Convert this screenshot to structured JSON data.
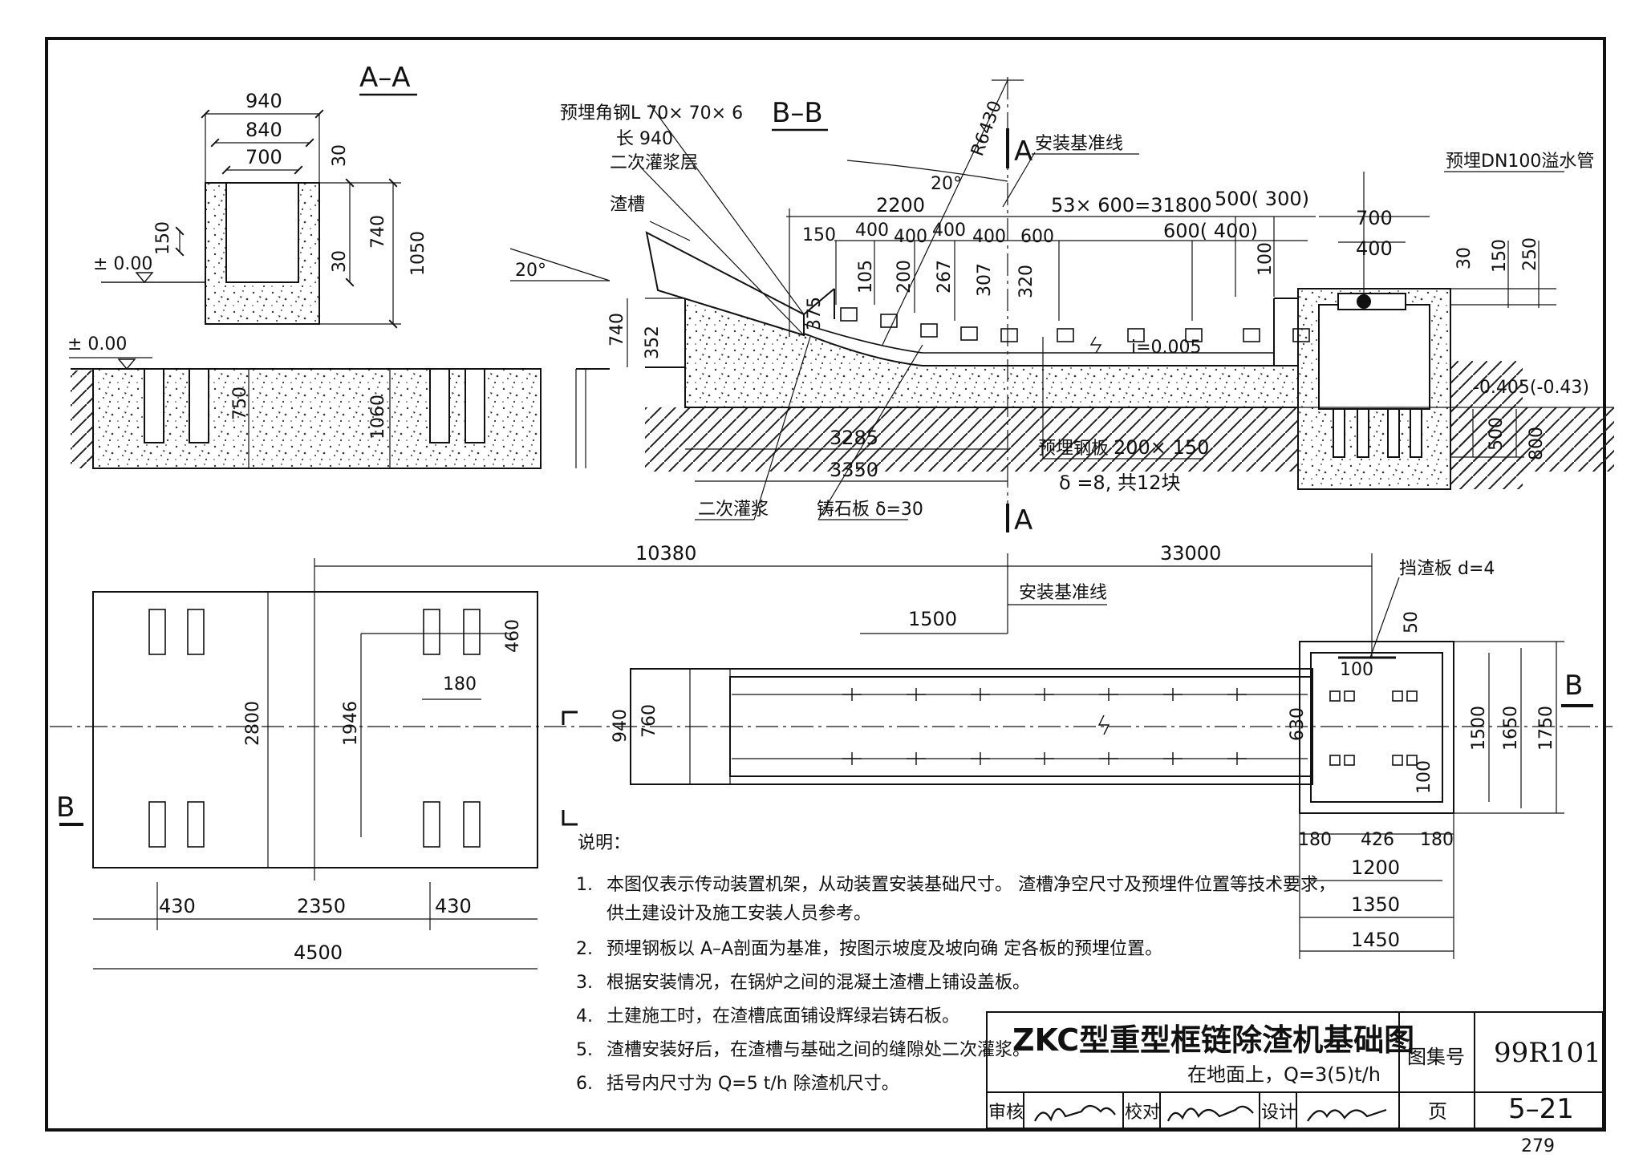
{
  "sections": {
    "aa": "A–A",
    "bb": "B–B",
    "a_mark": "A",
    "b_mark": "B"
  },
  "aa_dims": {
    "d940": "940",
    "d840": "840",
    "d700": "700",
    "d30a": "30",
    "d150": "150",
    "d30b": "30",
    "d740": "740",
    "d1050": "1050",
    "zero": "± 0.00"
  },
  "left_section": {
    "zero": "± 0.00",
    "d750": "750",
    "d1060": "1060"
  },
  "bb_labels": {
    "angle_steel": "预埋角钢L 70× 70× 6",
    "angle_len": "长 940",
    "grout_layer": "二次灌浆层",
    "slag_trough": "渣槽",
    "angle20a": "20°",
    "angle20b": "20°",
    "radius": "R6430",
    "baseline": "安装基准线",
    "overflow_pipe": "预埋DN100溢水管",
    "embedded_plate": "预埋钢板",
    "plate_size": "200× 150",
    "plate_note": "δ =8, 共12块",
    "second_grout": "二次灌浆",
    "cast_stone": "铸石板 δ=30",
    "slope": "i=0.005",
    "elev": "-0.405(-0.43)"
  },
  "bb_dims": {
    "d2200": "2200",
    "d150": "150",
    "d400a": "400",
    "d400b": "400",
    "d400c": "400",
    "d400d": "400",
    "d600": "600",
    "d53": "53× 600=31800",
    "d500": "500( 300)",
    "d600_400": "600( 400)",
    "d100": "100",
    "d105": "105",
    "d200": "200",
    "d267": "267",
    "d307": "307",
    "d320": "320",
    "d375": "375",
    "d740": "740",
    "d352": "352",
    "d3285": "3285",
    "d3350": "3350",
    "d700": "700",
    "d400": "400",
    "d30": "30",
    "d150b": "150",
    "d250": "250",
    "d500b": "500",
    "d800": "800"
  },
  "plan_dims": {
    "d10380": "10380",
    "d33000": "33000",
    "baseline": "安装基准线",
    "d1500": "1500",
    "baffle": "挡渣板 d=4",
    "d50": "50",
    "d100a": "100",
    "d460": "460",
    "d180": "180",
    "d2800": "2800",
    "d1946": "1946",
    "d940": "940",
    "d760": "760",
    "d630": "630",
    "d100b": "100",
    "d1500b": "1500",
    "d1650": "1650",
    "d1750": "1750",
    "d430a": "430",
    "d2350": "2350",
    "d430b": "430",
    "d4500": "4500",
    "d180a": "180",
    "d426": "426",
    "d180b": "180",
    "d1200": "1200",
    "d1350": "1350",
    "d1450": "1450"
  },
  "notes": {
    "heading": "说明：",
    "items": [
      {
        "num": "1.",
        "text": "本图仅表示传动装置机架，从动装置安装基础尺寸。   渣槽净空尺寸及预埋件位置等技术要求，"
      },
      {
        "num": "",
        "text": "供土建设计及施工安装人员参考。"
      },
      {
        "num": "2.",
        "text": "预埋钢板以 A–A剖面为基准，按图示坡度及坡向确   定各板的预埋位置。"
      },
      {
        "num": "3.",
        "text": "根据安装情况，在锅炉之间的混凝土渣槽上铺设盖板。"
      },
      {
        "num": "4.",
        "text": "土建施工时，在渣槽底面铺设辉绿岩铸石板。"
      },
      {
        "num": "5.",
        "text": "渣槽安装好后，在渣槽与基础之间的缝隙处二次灌浆。"
      },
      {
        "num": "6.",
        "text": "括号内尺寸为 Q=5 t/h 除渣机尺寸。"
      }
    ]
  },
  "title_block": {
    "title": "ZKC型重型框链除渣机基础图",
    "subtitle": "在地面上，Q=3(5)t/h",
    "atlas_label": "图集号",
    "atlas_no": "99R101",
    "page_label": "页",
    "page_no": "5–21",
    "review_label": "审核",
    "check_label": "校对",
    "design_label": "设计",
    "sheet_no": "279"
  }
}
